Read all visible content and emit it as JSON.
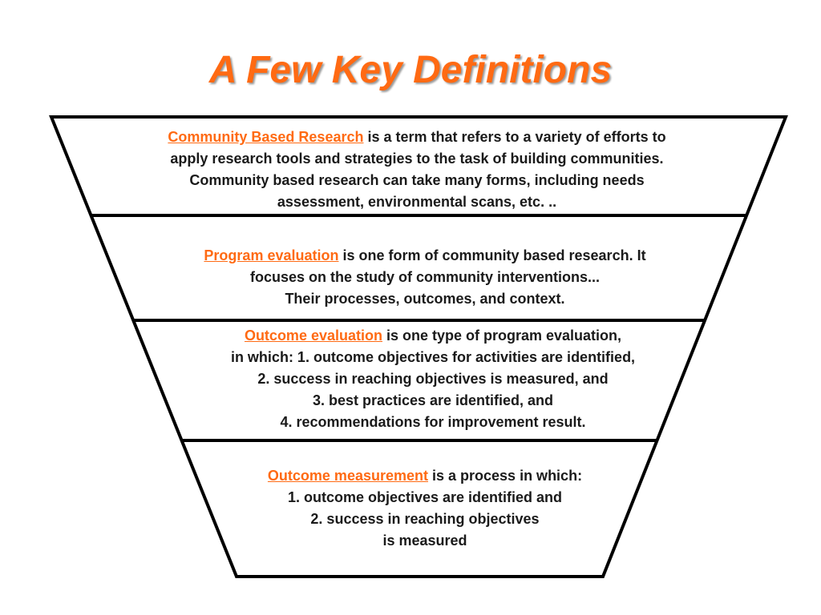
{
  "title": "A Few Key Definitions",
  "colors": {
    "accent": "#ff6a13",
    "text": "#1a1a1a",
    "outline": "#000000"
  },
  "sections": [
    {
      "term": "Community Based Research",
      "lead": " is a term that refers to a variety of efforts to",
      "lines": [
        "apply research tools and strategies to the task of building communities.",
        "Community based research can take many forms, including needs",
        "assessment, environmental scans, etc. .."
      ]
    },
    {
      "term": "Program evaluation",
      "lead": " is one form of community based research.  It",
      "lines": [
        "focuses on the study of community interventions...",
        "Their processes, outcomes, and  context."
      ]
    },
    {
      "term": "Outcome evaluation",
      "lead": " is one type of program evaluation,",
      "lines": [
        "in which: 1. outcome objectives for activities are identified,",
        "2. success in reaching objectives is measured, and",
        "3. best practices are identified, and",
        "4. recommendations for improvement result."
      ]
    },
    {
      "term": "Outcome measurement",
      "lead": " is a process in which:",
      "lines": [
        "1. outcome objectives are identified and",
        "2. success in reaching objectives",
        "is measured"
      ]
    }
  ]
}
